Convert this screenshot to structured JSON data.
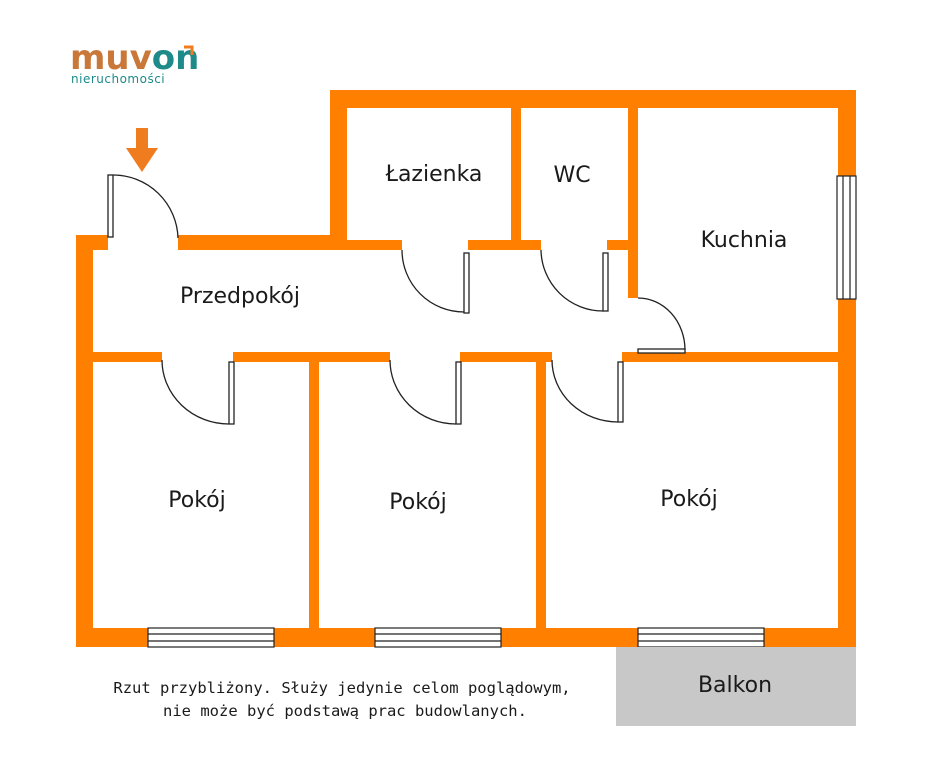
{
  "logo": {
    "brand_part1": "muv",
    "brand_part2": "on",
    "tagline": "nieruchomości"
  },
  "rooms": {
    "bathroom": "Łazienka",
    "wc": "WC",
    "kitchen": "Kuchnia",
    "hallway": "Przedpokój",
    "room_left": "Pokój",
    "room_middle": "Pokój",
    "room_right": "Pokój",
    "balcony": "Balkon"
  },
  "note": {
    "line1": "Rzut przybliżony. Służy jedynie celom poglądowym,",
    "line2": "nie może być podstawą prac budowlanych."
  },
  "colors": {
    "wall": "#ff8000",
    "teal": "#1e8a8a",
    "balcony_fill": "#c8c8c8",
    "entrance_arrow": "#f07c20"
  }
}
